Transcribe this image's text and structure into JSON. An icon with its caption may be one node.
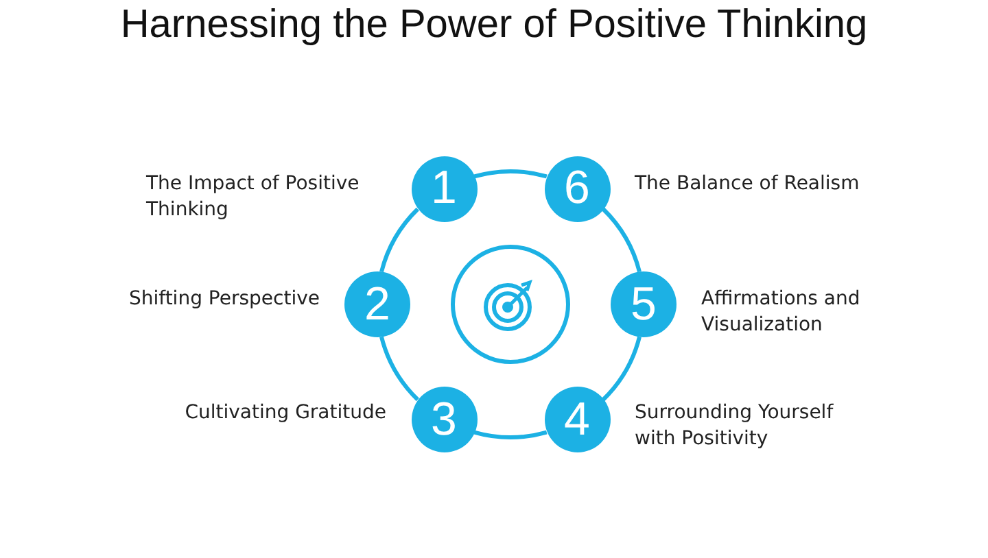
{
  "diagram": {
    "title": "Harnessing the Power of Positive Thinking",
    "nodes": [
      {
        "text": [
          "1"
        ],
        "beside": [
          "The Impact of Positive Thinking"
        ]
      },
      {
        "text": [
          "2"
        ],
        "beside": [
          "Shifting Perspective"
        ]
      },
      {
        "text": [
          "3"
        ],
        "beside": [
          "Cultivating Gratitude"
        ]
      },
      {
        "text": [
          "4"
        ],
        "beside": [
          "Surrounding Yourself with Positivity"
        ]
      },
      {
        "text": [
          "5"
        ],
        "beside": [
          "Affirmations and Visualization"
        ]
      },
      {
        "text": [
          "6"
        ],
        "beside": [
          "The Balance of Realism"
        ]
      }
    ],
    "edges": [
      {
        "from": 0,
        "to": 1,
        "arrow": "none"
      },
      {
        "from": 1,
        "to": 2,
        "arrow": "none"
      },
      {
        "from": 2,
        "to": 3,
        "arrow": "none"
      },
      {
        "from": 3,
        "to": 4,
        "arrow": "none"
      },
      {
        "from": 4,
        "to": 5,
        "arrow": "none"
      },
      {
        "from": 5,
        "to": 0,
        "arrow": "none"
      }
    ]
  }
}
